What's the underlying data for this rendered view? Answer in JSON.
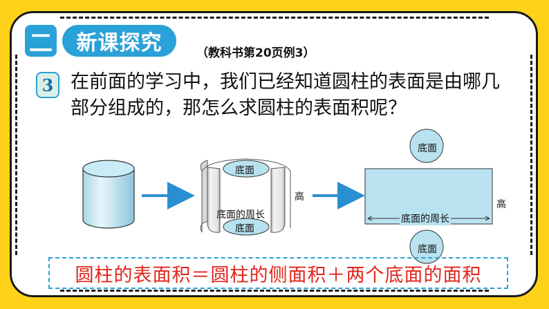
{
  "section": {
    "number": "二",
    "title": "新课探究"
  },
  "textbook_ref": "（教科书第20页例3）",
  "example_number": "3",
  "question": "在前面的学习中，我们已经知道圆柱的表面是由哪几部分组成的，那怎么求圆柱的表面积呢？",
  "diagram": {
    "base_label_top": "底面",
    "base_label_bottom": "底面",
    "base_circumference": "底面的周长",
    "height_label": "高",
    "net_base_top": "底面",
    "net_base_bottom": "底面",
    "net_circumference": "底面的周长",
    "net_height": "高"
  },
  "formula": "圆柱的表面积＝圆柱的侧面积＋两个底面的面积",
  "colors": {
    "background": "#ffd21a",
    "accent_blue": "#2aa1d8",
    "formula_red": "#e0251b",
    "cylinder_fill": "#b8e2ef"
  }
}
